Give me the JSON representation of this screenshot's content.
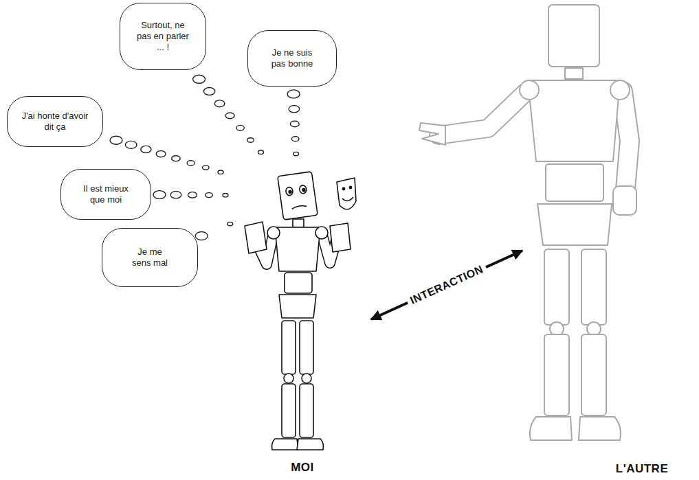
{
  "diagram": {
    "nodes": [
      {
        "text": [
          "Surtout, ne pas en parler ... !"
        ]
      },
      {
        "text": [
          "Je ne suis pas bonne"
        ]
      },
      {
        "text": [
          "J'ai honte d'avoir dit ça"
        ]
      },
      {
        "text": [
          "Il est mieux que moi"
        ]
      },
      {
        "text": [
          "Je me sens mal"
        ]
      },
      {
        "text": [
          "MOI"
        ]
      },
      {
        "text": [
          "L'AUTRE"
        ]
      }
    ],
    "edges": [
      {
        "from": 0,
        "to": 5,
        "arrow": "none"
      },
      {
        "from": 1,
        "to": 5,
        "arrow": "none"
      },
      {
        "from": 2,
        "to": 5,
        "arrow": "none"
      },
      {
        "from": 3,
        "to": 5,
        "arrow": "none"
      },
      {
        "from": 4,
        "to": 5,
        "arrow": "none"
      },
      {
        "from": 5,
        "to": 6,
        "label": "INTERACTION",
        "arrow": "both"
      }
    ]
  }
}
